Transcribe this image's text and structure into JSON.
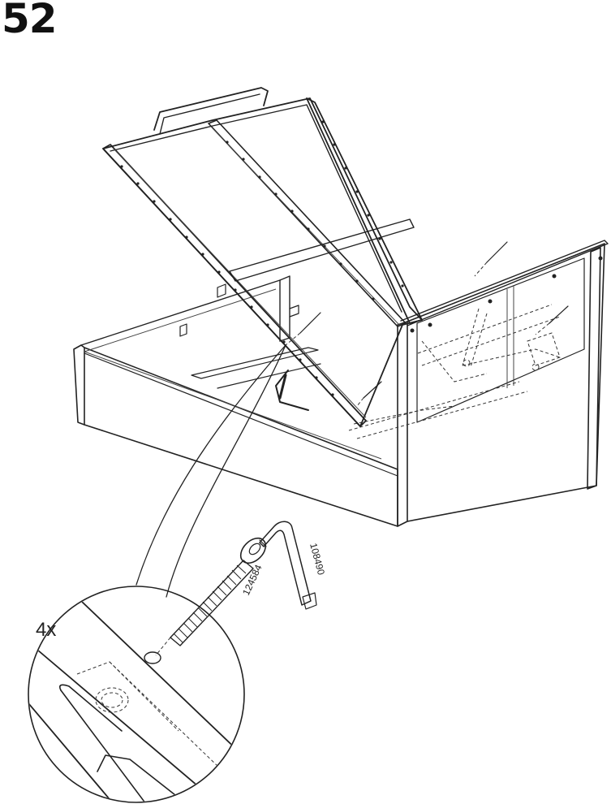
{
  "step": {
    "number": "52"
  },
  "parts": {
    "quantity": "4x",
    "screw_part_no": "124584",
    "key_part_no": "108490"
  }
}
